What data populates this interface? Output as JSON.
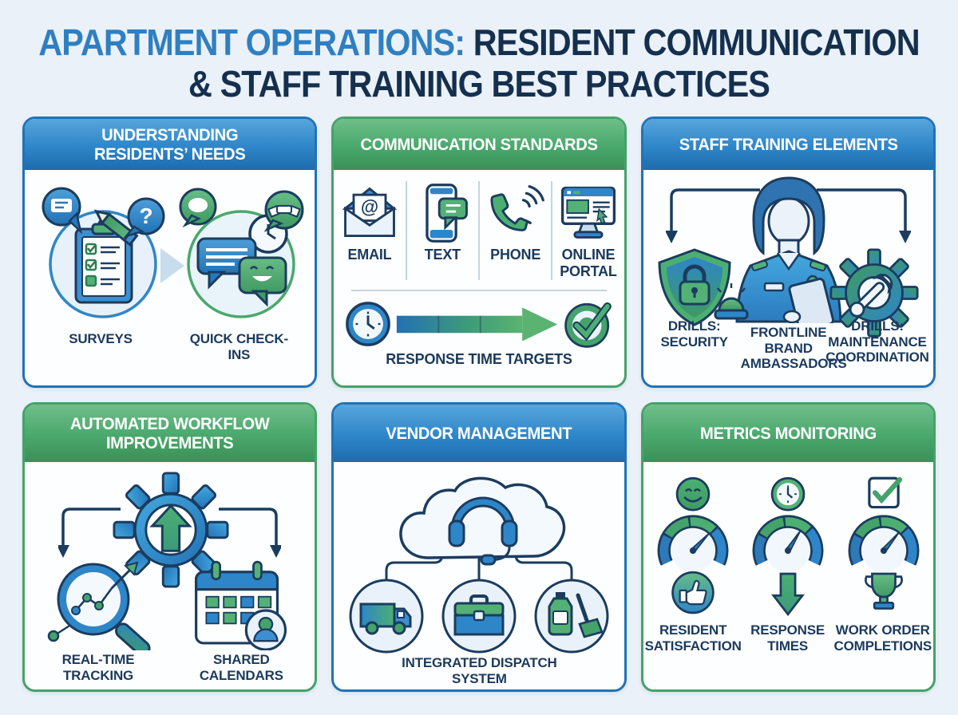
{
  "title": {
    "part1": "APARTMENT OPERATIONS:",
    "part2": "RESIDENT COMMUNICATION",
    "line2": "& STAFF TRAINING BEST PRACTICES"
  },
  "panels": [
    {
      "title": "UNDERSTANDING RESIDENTS’ NEEDS",
      "theme": "blue",
      "items": [
        {
          "label": "SURVEYS",
          "icon": "survey-clipboard"
        },
        {
          "label": "QUICK CHECK-INS",
          "icon": "chat-check-in"
        }
      ]
    },
    {
      "title": "COMMUNICATION STANDARDS",
      "theme": "green",
      "channels": [
        {
          "label": "EMAIL",
          "icon": "email-envelope"
        },
        {
          "label": "TEXT",
          "icon": "sms-phone"
        },
        {
          "label": "PHONE",
          "icon": "phone-handset"
        },
        {
          "label": "ONLINE PORTAL",
          "icon": "web-portal-monitor"
        }
      ],
      "footer_label": "RESPONSE TIME TARGETS"
    },
    {
      "title": "STAFF TRAINING ELEMENTS",
      "theme": "blue",
      "items": [
        {
          "label": "DRILLS: SECURITY",
          "icon": "shield-lock-siren"
        },
        {
          "label": "FRONTLINE BRAND AMBASSADORS",
          "icon": "staff-person"
        },
        {
          "label": "DRILLS: MAINTENANCE COORDINATION",
          "icon": "gear-wrench"
        }
      ]
    },
    {
      "title": "AUTOMATED WORKFLOW IMPROVEMENTS",
      "theme": "green",
      "hub_icon": "gear-up-arrow",
      "items": [
        {
          "label": "REAL-TIME TRACKING",
          "icon": "magnifier-analytics"
        },
        {
          "label": "SHARED CALENDARS",
          "icon": "calendar-person"
        }
      ]
    },
    {
      "title": "VENDOR MANAGEMENT",
      "theme": "blue",
      "hub_icon": "cloud-headset",
      "items": [
        {
          "icon": "delivery-truck"
        },
        {
          "icon": "toolbox"
        },
        {
          "icon": "cleaning-supplies"
        }
      ],
      "footer_label": "INTEGRATED DISPATCH SYSTEM"
    },
    {
      "title": "METRICS MONITORING",
      "theme": "green",
      "items": [
        {
          "label": "RESIDENT SATISFACTION",
          "icon": "gauge-smiley-thumbsup"
        },
        {
          "label": "RESPONSE TIMES",
          "icon": "gauge-clock-downarrow"
        },
        {
          "label": "WORK ORDER COMPLETIONS",
          "icon": "gauge-checkbox-trophy"
        }
      ]
    }
  ],
  "colors": {
    "background": "#EAF1F8",
    "title_blue": "#2F7FC1",
    "title_navy": "#15304E",
    "blue_header": "#2E86C8",
    "green_header": "#4AA86C",
    "label_navy": "#1B3A5C",
    "icon_outline": "#1B3C5F",
    "icon_blue": "#2E86C8",
    "icon_green": "#4CAF72"
  }
}
